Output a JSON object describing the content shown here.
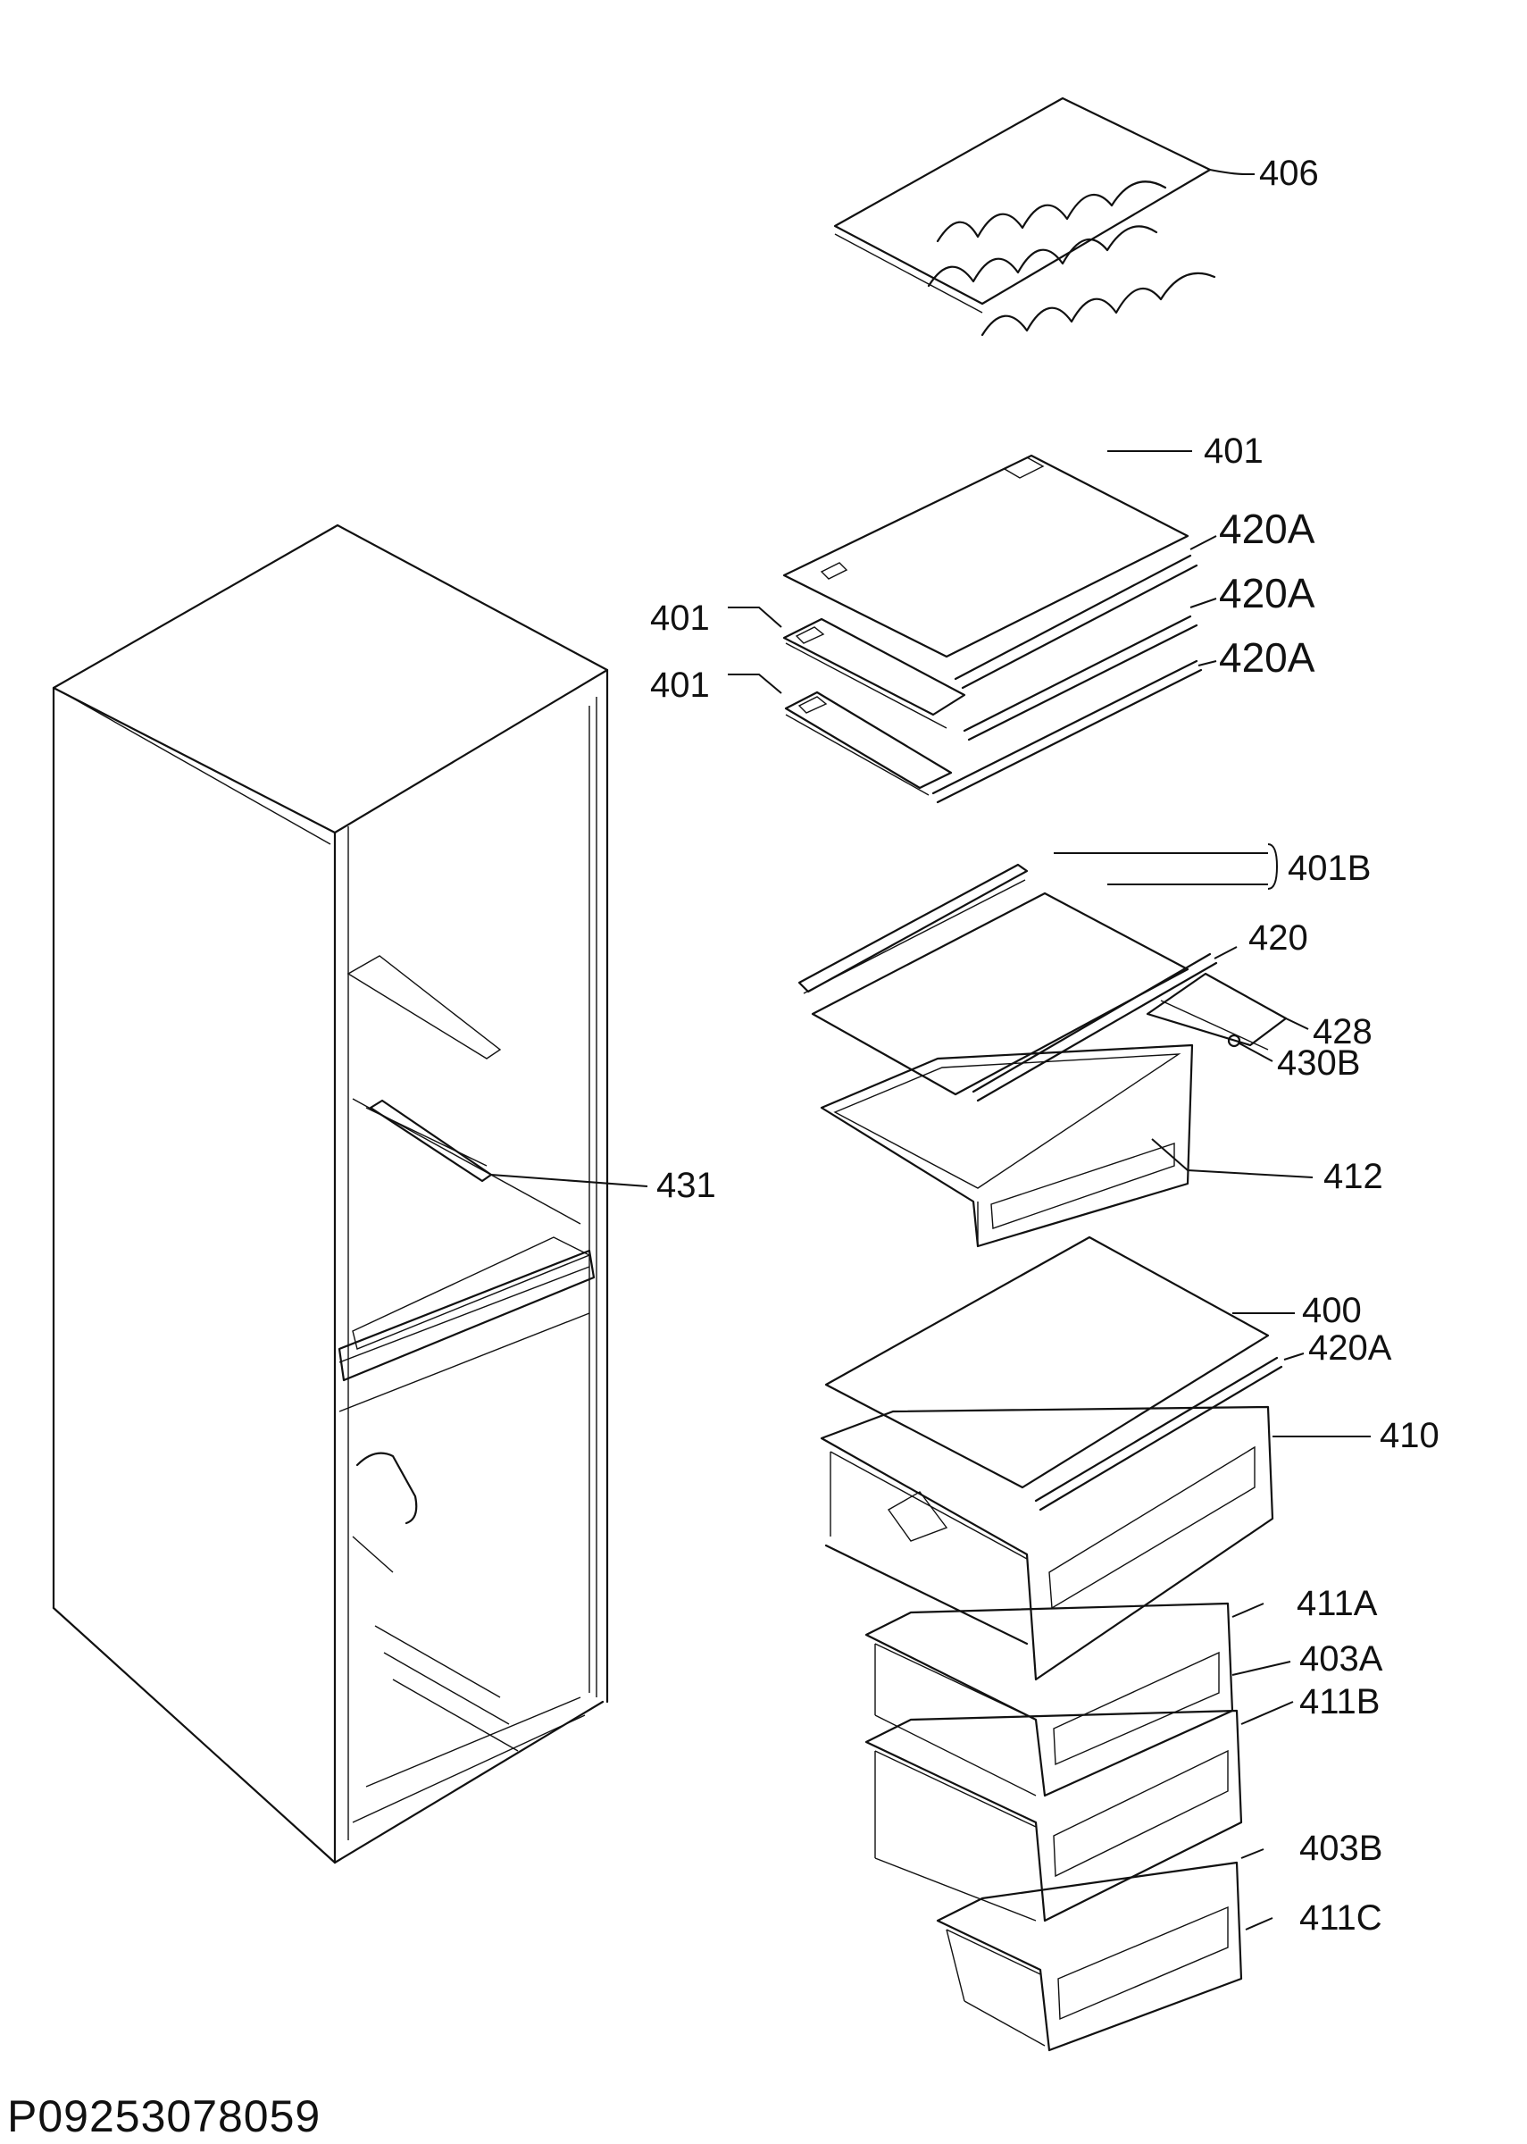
{
  "document_id": "P09253078059",
  "part_labels": {
    "wine_rack": "406",
    "shelf_top": "401",
    "shelf_mid": "401",
    "shelf_low": "401",
    "trim_1": "420A",
    "trim_2": "420A",
    "trim_3": "420A",
    "chiller_shelf": "401B",
    "chiller_trim": "420",
    "slide_rail": "428",
    "rail_stop": "430B",
    "chiller_drawer": "412",
    "bottle_support": "431",
    "glass_cover": "400",
    "cover_trim": "420A",
    "crisper_drawer": "410",
    "freezer_drawer_a": "411A",
    "freezer_flap_a": "403A",
    "freezer_drawer_b": "411B",
    "freezer_flap_b": "403B",
    "freezer_drawer_c": "411C"
  }
}
